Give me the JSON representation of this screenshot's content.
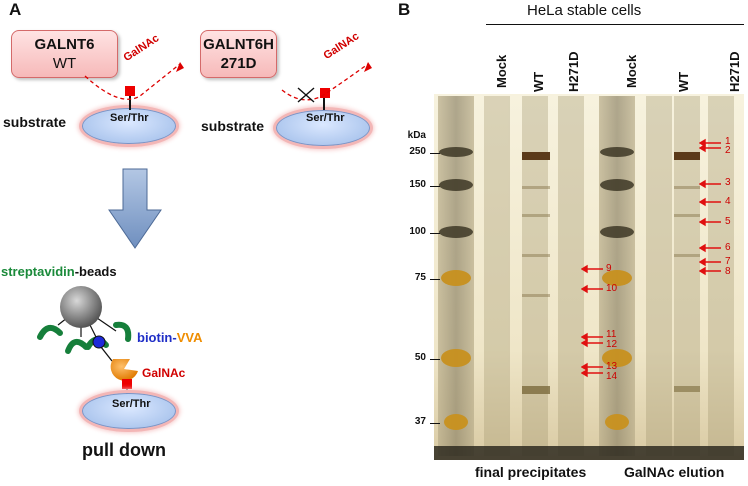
{
  "panel_a": {
    "letter": "A",
    "enzyme_wt": {
      "line1": "GALNT6",
      "line2": "WT"
    },
    "enzyme_mut": {
      "line1": "GALNT6H",
      "line2": "271D"
    },
    "substrate": "substrate",
    "ser_thr": "Ser/Thr",
    "galnac": "GalNAc",
    "streptavidin": "streptavidin",
    "beads": "-beads",
    "biotin": "biotin-",
    "vva": "VVA",
    "pull_down": "pull down"
  },
  "panel_b": {
    "letter": "B",
    "header": "HeLa stable cells",
    "lanes_left": [
      "Mock",
      "WT",
      "H271D"
    ],
    "lanes_right": [
      "Mock",
      "WT",
      "H271D"
    ],
    "kda": "kDa",
    "markers": [
      "250",
      "150",
      "100",
      "75",
      "50",
      "37"
    ],
    "arrows_right": [
      "1",
      "2",
      "3",
      "4",
      "5",
      "6",
      "7",
      "8"
    ],
    "arrows_left": [
      "9",
      "10",
      "11",
      "12",
      "13",
      "14"
    ],
    "footer_left": "final precipitates",
    "footer_right": "GalNAc elution"
  }
}
